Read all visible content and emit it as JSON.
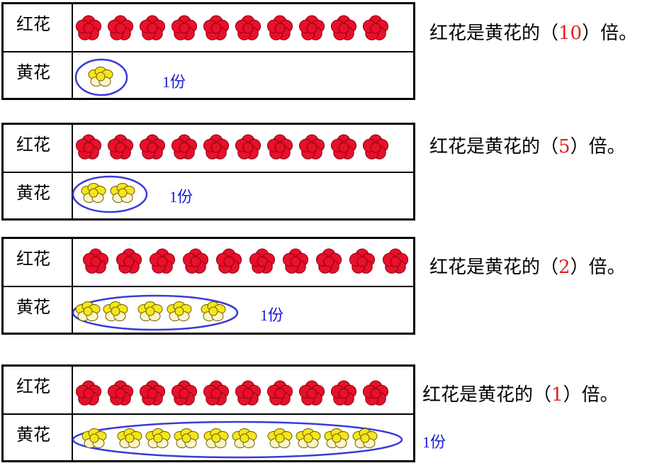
{
  "labels": {
    "red_flower": "红花",
    "yellow_flower": "黄花"
  },
  "portion_label": "1份",
  "sentence": {
    "prefix": "红花是黄花的（",
    "suffix": "）倍。"
  },
  "panels": [
    {
      "red_count": 10,
      "yellow_count": 1,
      "answer": "10"
    },
    {
      "red_count": 10,
      "yellow_count": 2,
      "answer": "5"
    },
    {
      "red_count": 10,
      "yellow_count": 5,
      "answer": "2"
    },
    {
      "red_count": 10,
      "yellow_count": 10,
      "answer": "1"
    }
  ],
  "colors": {
    "red_flower": "#e8102a",
    "yellow_flower": "#f5e61a",
    "ellipse": "#3a3ad8",
    "answer": "#e02020"
  }
}
